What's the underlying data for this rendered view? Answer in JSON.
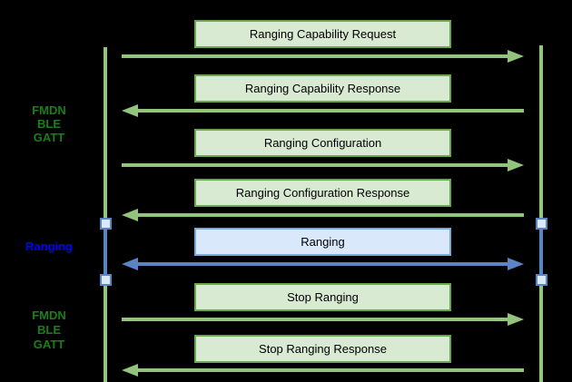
{
  "colors": {
    "background": "#000000",
    "green-fill": "#d9ead3",
    "green-border": "#6aa84f",
    "green-line": "#93c47d",
    "green-text": "#1b7e1b",
    "blue-fill": "#dae8fc",
    "blue-border": "#7da7dc",
    "blue-line": "#5b84c4",
    "blue-text": "#0000ff",
    "box-text": "#000000"
  },
  "sections": [
    {
      "label": "FMDN\nBLE\nGATT"
    },
    {
      "label": "Ranging"
    },
    {
      "label": "FMDN\nBLE\nGATT"
    }
  ],
  "messages": [
    {
      "label": "Ranging Capability Request",
      "direction": "right",
      "channel": "gatt"
    },
    {
      "label": "Ranging Capability Response",
      "direction": "left",
      "channel": "gatt"
    },
    {
      "label": "Ranging Configuration",
      "direction": "right",
      "channel": "gatt"
    },
    {
      "label": "Ranging Configuration Response",
      "direction": "left",
      "channel": "gatt"
    },
    {
      "label": "Ranging",
      "direction": "both",
      "channel": "ranging"
    },
    {
      "label": "Stop Ranging",
      "direction": "right",
      "channel": "gatt"
    },
    {
      "label": "Stop Ranging Response",
      "direction": "left",
      "channel": "gatt"
    }
  ]
}
